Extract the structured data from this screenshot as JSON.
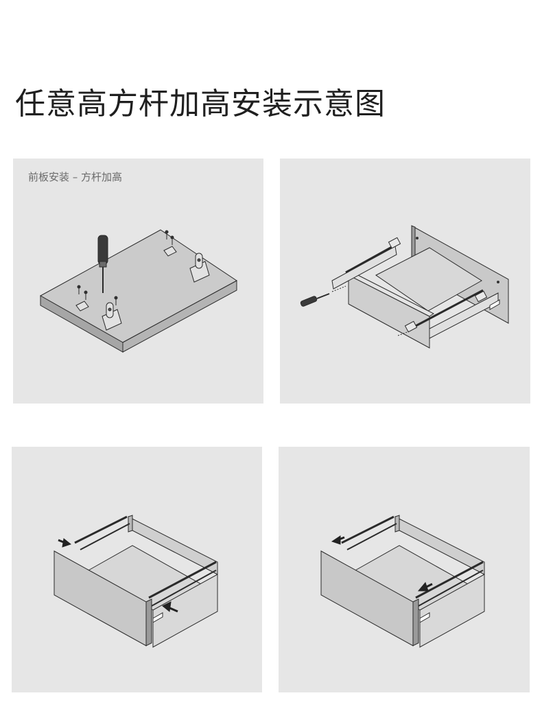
{
  "page": {
    "title": "任意高方杆加高安装示意图"
  },
  "panels": [
    {
      "caption": "前板安装 – 方杆加高",
      "illustration": "front-panel-on-board-with-screwdriver"
    },
    {
      "caption": "",
      "illustration": "drawer-box-rail-mounting"
    },
    {
      "caption": "",
      "illustration": "drawer-rods-insert"
    },
    {
      "caption": "",
      "illustration": "drawer-rods-release"
    }
  ],
  "colors": {
    "panel_bg": "#e6e6e6",
    "part_fill": "#c9c9c9",
    "part_light": "#d9d9d9",
    "part_dark": "#9a9a9a",
    "line": "#2a2a2a",
    "arrow": "#222222"
  }
}
